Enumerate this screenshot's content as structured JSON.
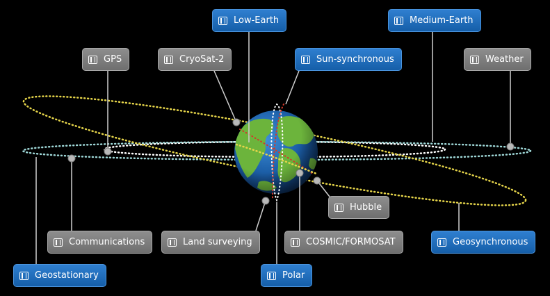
{
  "labels": {
    "low_earth": "Low-Earth",
    "medium_earth": "Medium-Earth",
    "gps": "GPS",
    "cryosat": "CryoSat-2",
    "sun_synchronous": "Sun-synchronous",
    "weather": "Weather",
    "hubble": "Hubble",
    "communications": "Communications",
    "land_surveying": "Land surveying",
    "cosmic_formosat": "COSMIC/FORMOSAT",
    "geosynchronous": "Geosynchronous",
    "geostationary": "Geostationary",
    "polar": "Polar"
  },
  "icon": "satellite-icon",
  "colors": {
    "category_label": "#1b6bbd",
    "satellite_label": "#7d7d7d",
    "orbit_white": "#ffffff",
    "orbit_yellow": "#e6d54a",
    "orbit_cyan": "#9fd8d8",
    "orbit_red": "#d23a2a"
  }
}
